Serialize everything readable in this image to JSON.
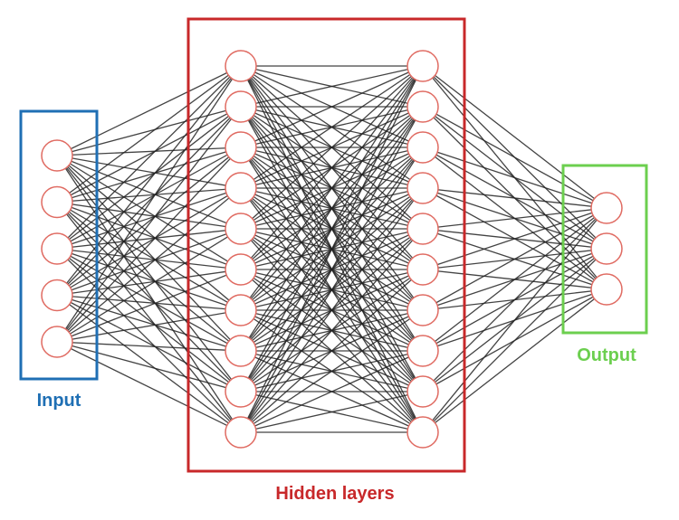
{
  "diagram": {
    "type": "neural-network",
    "layers": [
      {
        "name": "input",
        "nodes": 5
      },
      {
        "name": "hidden-1",
        "nodes": 10
      },
      {
        "name": "hidden-2",
        "nodes": 10
      },
      {
        "name": "output",
        "nodes": 3
      }
    ],
    "connectivity": "fully-connected"
  },
  "groups": {
    "input": {
      "label": "Input",
      "color": "#1f6fb4"
    },
    "hidden": {
      "label": "Hidden layers",
      "color": "#c8282a"
    },
    "output": {
      "label": "Output",
      "color": "#6ccf4f"
    }
  },
  "style": {
    "node_stroke": "#e06b62",
    "node_fill": "#ffffff",
    "edge_color": "#222222"
  }
}
